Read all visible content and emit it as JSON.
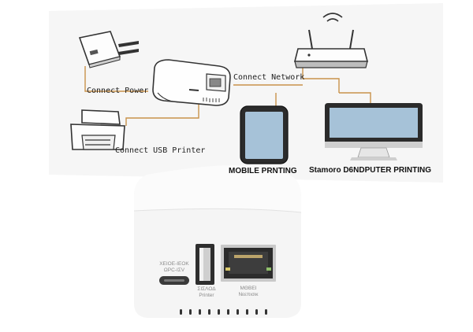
{
  "diagram": {
    "labels": {
      "connect_power": "Connect Power",
      "connect_network": "Connect Network",
      "connect_usb_printer": "Connect USB Printer",
      "mobile_printing": "MOBILE PRNTING",
      "standard_computer_printing": "Stamoro D6ΝDPUTER PRINTING"
    },
    "line_color": "#c9924a"
  },
  "device": {
    "power_port_label_1": "ΧΕΙΟΕ-ΙΕΟΚ",
    "power_port_label_2": "ΩΡC-ΙΣV",
    "usb_port_label_1": "ΣΙΣΛΟΔ",
    "usb_port_label_2": "Printer",
    "network_port_label_1": "ΜΘΒΕΙ",
    "network_port_label_2": "Νεεπισικ"
  }
}
